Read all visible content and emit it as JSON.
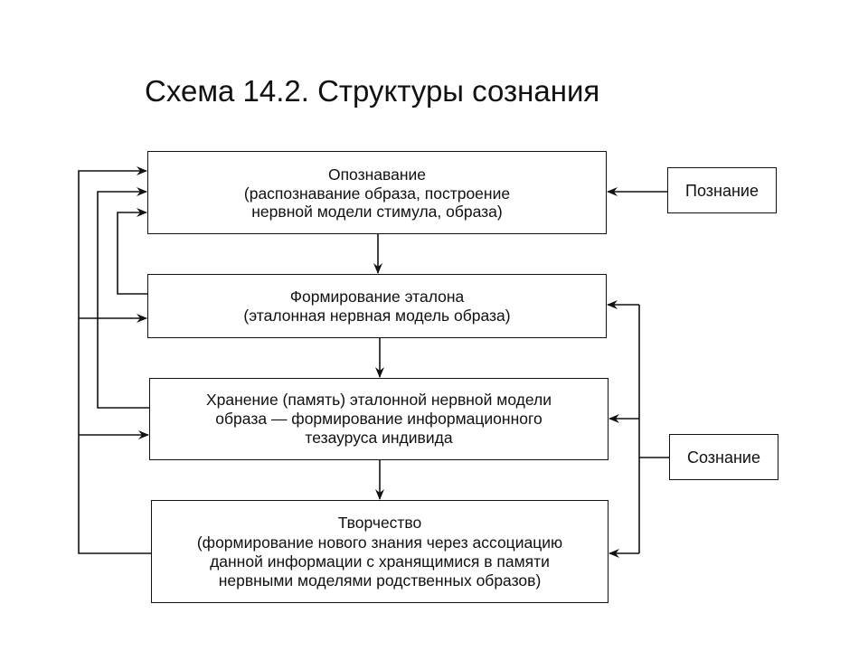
{
  "title": "Схема 14.2. Структуры сознания",
  "boxes": {
    "recognition": {
      "lines": [
        "Опознавание",
        "(распознавание образа, построение",
        "нервной модели стимула, образа)"
      ]
    },
    "standard": {
      "lines": [
        "Формирование эталона",
        "(эталонная нервная модель образа)"
      ]
    },
    "storage": {
      "lines": [
        "Хранение (память) эталонной нервной модели",
        "образа — формирование информационного",
        "тезауруса индивида"
      ]
    },
    "creativity": {
      "lines": [
        "Творчество",
        "(формирование нового знания через ассоциацию",
        "данной информации с хранящимися в памяти",
        "нервными моделями родственных образов)"
      ]
    },
    "cognition": {
      "label": "Познание"
    },
    "consciousness": {
      "label": "Сознание"
    }
  },
  "connections": [
    {
      "from": "recognition",
      "to": "standard"
    },
    {
      "from": "standard",
      "to": "storage"
    },
    {
      "from": "storage",
      "to": "creativity"
    },
    {
      "from": "standard",
      "to": "recognition"
    },
    {
      "from": "storage",
      "to": "recognition"
    },
    {
      "from": "creativity",
      "to": "recognition"
    },
    {
      "from": "creativity",
      "to": "standard"
    },
    {
      "from": "creativity",
      "to": "storage"
    },
    {
      "from": "cognition",
      "to": "recognition"
    },
    {
      "from": "consciousness",
      "to": "standard"
    },
    {
      "from": "consciousness",
      "to": "storage"
    },
    {
      "from": "consciousness",
      "to": "creativity"
    }
  ],
  "colors": {
    "line": "#111111",
    "background": "#ffffff"
  }
}
